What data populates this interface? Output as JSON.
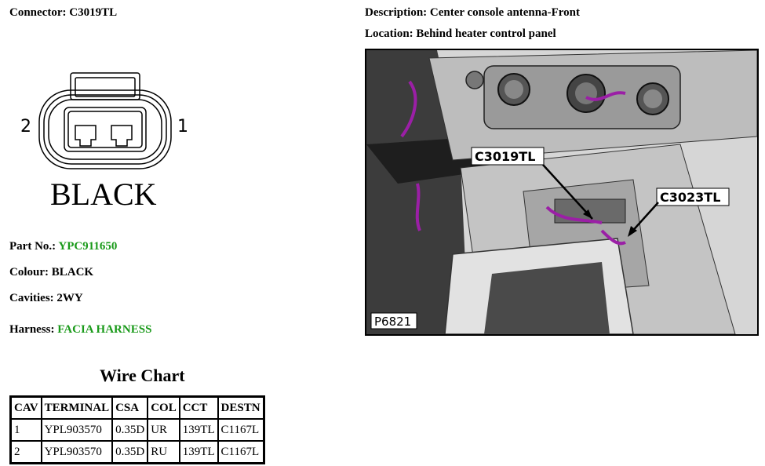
{
  "header": {
    "connector_label": "Connector:",
    "connector_value": "C3019TL",
    "description_label": "Description:",
    "description_value": "Center console antenna-Front",
    "location_label": "Location:",
    "location_value": "Behind heater control panel"
  },
  "diagram": {
    "pin_left": "2",
    "pin_right": "1",
    "colour_text": "BLACK"
  },
  "details": {
    "part_label": "Part No.:",
    "part_value": "YPC911650",
    "colour_label": "Colour:",
    "colour_value": "BLACK",
    "cavities_label": "Cavities:",
    "cavities_value": "2WY",
    "harness_label": "Harness:",
    "harness_value": "FACIA HARNESS"
  },
  "wire_chart": {
    "title": "Wire Chart",
    "headers": [
      "CAV",
      "TERMINAL",
      "CSA",
      "COL",
      "CCT",
      "DESTN"
    ],
    "rows": [
      [
        "1",
        "YPL903570",
        "0.35D",
        "UR",
        "139TL",
        "C1167L"
      ],
      [
        "2",
        "YPL903570",
        "0.35D",
        "RU",
        "139TL",
        "C1167L"
      ]
    ]
  },
  "photo": {
    "callout_main": "C3019TL",
    "callout_other": "C3023TL",
    "figure_id": "P6821"
  },
  "colors": {
    "accent_green": "#1a9a1a",
    "harness_purple": "#9b1fa6"
  }
}
